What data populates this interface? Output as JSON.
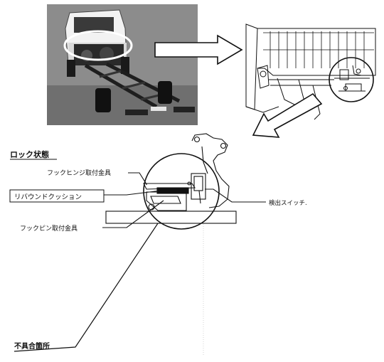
{
  "diagram": {
    "section_title": "ロック状態",
    "defect_label": "不具合箇所",
    "callouts": {
      "hook_hinge_bracket": "フックヒンジ取付金具",
      "rebound_cushion": "リバウンドクッション",
      "hook_pin_bracket": "フックピン取付金具",
      "detection_switch": "検出スイッチ."
    },
    "colors": {
      "photo_bg": "#8c8c8c",
      "photo_floor": "#6f6f6f",
      "highlight_ellipse": "#ffffff",
      "line": "#111111"
    },
    "icons": [
      "right-arrow-icon",
      "down-left-arrow-icon"
    ]
  }
}
